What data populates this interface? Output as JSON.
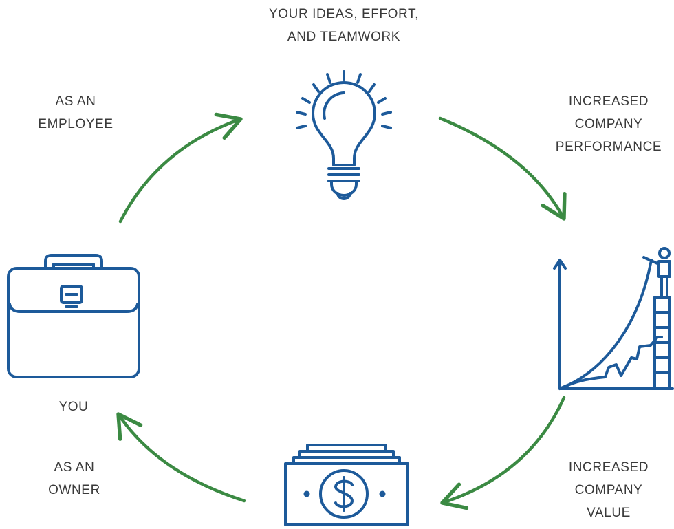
{
  "labels": {
    "top": [
      "YOUR IDEAS, EFFORT,",
      "AND TEAMWORK"
    ],
    "upper_left": [
      "AS AN",
      "EMPLOYEE"
    ],
    "upper_right": [
      "INCREASED",
      "COMPANY",
      "PERFORMANCE"
    ],
    "lower_left": [
      "AS AN",
      "OWNER"
    ],
    "lower_right": [
      "INCREASED",
      "COMPANY",
      "VALUE"
    ],
    "you": "YOU"
  },
  "icons": {
    "top": "lightbulb-icon",
    "right": "growth-chart-icon",
    "bottom": "money-icon",
    "left": "briefcase-icon"
  },
  "colors": {
    "icon": "#1d5a9a",
    "arrow": "#3b8a43",
    "text": "#3a3a3a"
  }
}
